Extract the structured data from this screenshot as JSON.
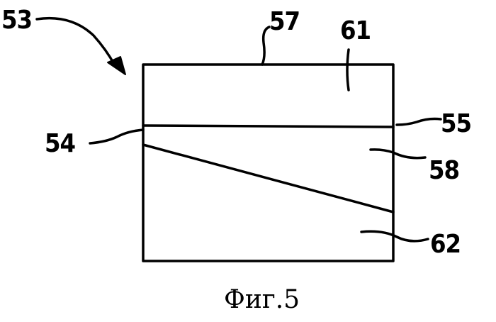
{
  "labels": {
    "l53": "53",
    "l57": "57",
    "l61": "61",
    "l54": "54",
    "l55": "55",
    "l58": "58",
    "l62": "62"
  },
  "caption": "Фиг.5"
}
